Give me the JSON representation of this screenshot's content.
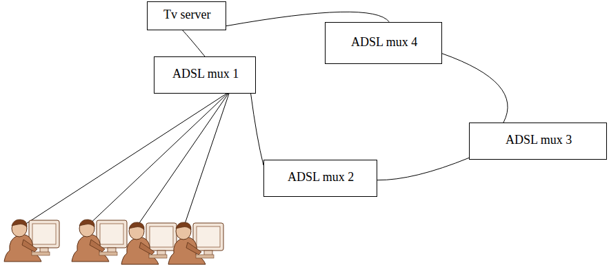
{
  "diagram": {
    "nodes": [
      {
        "text": [
          "Tv server"
        ]
      },
      {
        "text": [
          "ADSL mux 4"
        ]
      },
      {
        "text": [
          "ADSL mux 1"
        ]
      },
      {
        "text": [
          "ADSL mux 3"
        ]
      },
      {
        "text": [
          "ADSL mux 2"
        ]
      }
    ],
    "edges": [
      {
        "from": 0,
        "to": 1,
        "arrow": "none"
      },
      {
        "from": 1,
        "to": 3,
        "arrow": "none"
      },
      {
        "from": 3,
        "to": 4,
        "arrow": "none"
      },
      {
        "from": 4,
        "to": 2,
        "arrow": "none"
      },
      {
        "from": 2,
        "to": 0,
        "arrow": "none"
      }
    ]
  }
}
